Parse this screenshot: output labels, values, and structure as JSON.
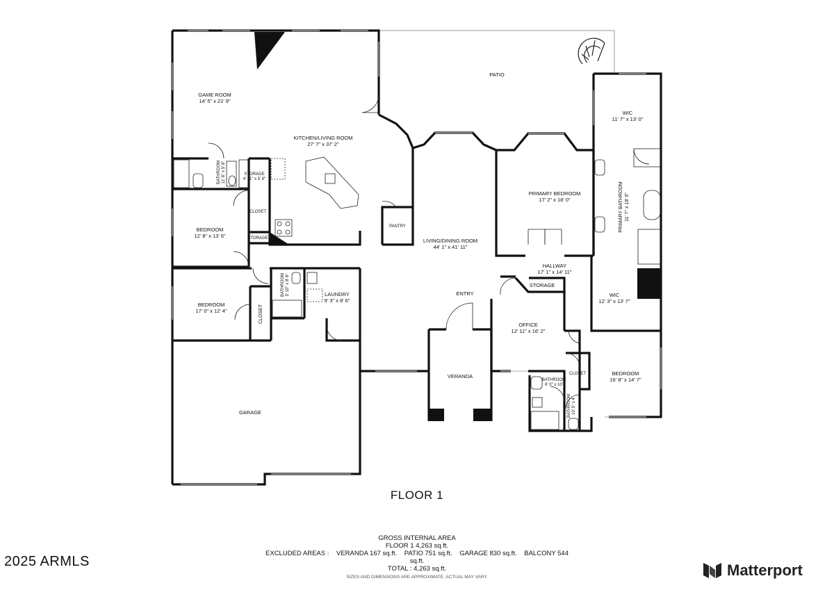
{
  "rooms": {
    "game_room": {
      "name": "GAME ROOM",
      "dims": "14' 5\" x 21' 9\""
    },
    "kitchen_living": {
      "name": "KITCHEN/LIVING ROOM",
      "dims": "27' 7\" x 37' 2\""
    },
    "patio": {
      "name": "PATIO"
    },
    "wic_top": {
      "name": "WIC",
      "dims": "11' 7\" x 13' 0\""
    },
    "primary_bathroom": {
      "name": "PRIMARY BATHROOM",
      "dims": "11' 7\" x 18' 0\""
    },
    "primary_bedroom": {
      "name": "PRIMARY BEDROOM",
      "dims": "17' 2\" x 18' 0\""
    },
    "storage_a": {
      "name": "STORAGE",
      "dims": "4' 11\" x 5' 8\""
    },
    "bathroom_a": {
      "name": "BATHROOM",
      "dims": "11' 6\" x 5' 8\""
    },
    "closet_a": {
      "name": "CLOSET"
    },
    "storage_b": {
      "name": "STORAGE"
    },
    "bedroom_a": {
      "name": "BEDROOM",
      "dims": "12' 8\" x 13' 6\""
    },
    "pantry": {
      "name": "PANTRY"
    },
    "living_dining": {
      "name": "LIVING/DINING ROOM",
      "dims": "44' 1\" x 41' 11\""
    },
    "hallway": {
      "name": "HALLWAY",
      "dims": "17' 1\" x 14' 11\""
    },
    "storage_c": {
      "name": "STORAGE"
    },
    "wic_bottom": {
      "name": "WIC",
      "dims": "12' 3\" x 13' 7\""
    },
    "bedroom_b": {
      "name": "BEDROOM",
      "dims": "17' 0\" x 12' 4\""
    },
    "closet_b": {
      "name": "CLOSET"
    },
    "bathroom_b": {
      "name": "BATHROOM",
      "dims": "5' 10\" x 8' 6\""
    },
    "laundry": {
      "name": "LAUNDRY",
      "dims": "9' 3\" x 8' 6\""
    },
    "entry": {
      "name": "ENTRY"
    },
    "office": {
      "name": "OFFICE",
      "dims": "12' 11\" x 16' 2\""
    },
    "veranda": {
      "name": "VERANDA"
    },
    "closet_c": {
      "name": "CLOSET"
    },
    "bedroom_c": {
      "name": "BEDROOM",
      "dims": "16' 8\" x 14' 7\""
    },
    "bathroom_c": {
      "name": "BATHROOM",
      "dims": "6' 0\" x 10'"
    },
    "bathroom_d": {
      "name": "BATHROOM",
      "dims": "10' 5\" x 4'"
    },
    "garage": {
      "name": "GARAGE"
    }
  },
  "floor_title": "FLOOR 1",
  "area_summary": {
    "heading": "GROSS INTERNAL AREA",
    "floor_line": "FLOOR 1 4,263 sq.ft.",
    "excluded_prefix": "EXCLUDED AREAS :",
    "excluded_veranda": "VERANDA 167 sq.ft.",
    "excluded_patio": "PATIO 751 sq.ft.",
    "excluded_garage": "GARAGE 830 sq.ft.",
    "excluded_balcony": "BALCONY 544",
    "excluded_unit": "sq.ft.",
    "total_line": "TOTAL : 4,263 sq.ft.",
    "disclaimer": "SIZES AND DIMENSIONS ARE APPROXIMATE, ACTUAL MAY VARY."
  },
  "copyright": "2025 ARMLS",
  "brand": "Matterport",
  "colors": {
    "wall": "#111111",
    "background": "#ffffff",
    "window": "#9a9a9a"
  }
}
